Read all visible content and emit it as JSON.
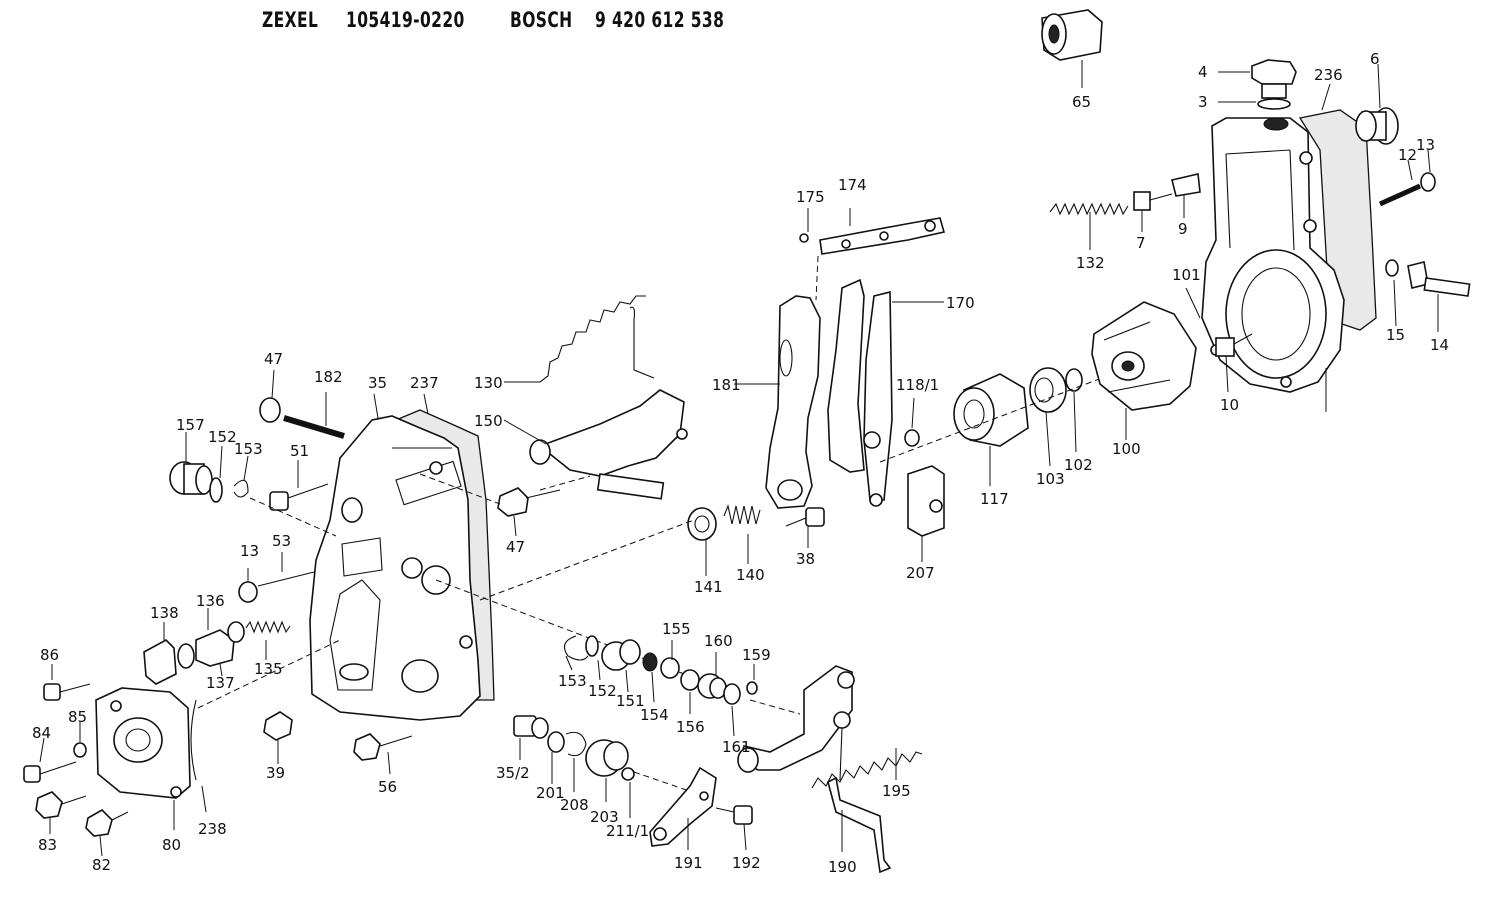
{
  "header": {
    "make_left": "ZEXEL",
    "number_left": "105419-0220",
    "make_right": "BOSCH",
    "number_right": "9 420 612 538"
  },
  "callouts": {
    "c65": "65",
    "c4": "4",
    "c3": "3",
    "c236": "236",
    "c6": "6",
    "c13a": "13",
    "c12": "12",
    "c7": "7",
    "c9": "9",
    "c132": "132",
    "c101": "101",
    "c15": "15",
    "c14": "14",
    "c10": "10",
    "c175": "175",
    "c174": "174",
    "c170": "170",
    "c181": "181",
    "c118_1": "118/1",
    "c117": "117",
    "c103": "103",
    "c102": "102",
    "c100": "100",
    "c130": "130",
    "c150": "150",
    "c47a": "47",
    "c182": "182",
    "c35": "35",
    "c237": "237",
    "c157": "157",
    "c152a": "152",
    "c153a": "153",
    "c51": "51",
    "c47b": "47",
    "c141": "141",
    "c140": "140",
    "c38": "38",
    "c207": "207",
    "c13b": "13",
    "c53": "53",
    "c138": "138",
    "c136": "136",
    "c137": "137",
    "c135": "135",
    "c86": "86",
    "c85": "85",
    "c84": "84",
    "c83": "83",
    "c82": "82",
    "c80": "80",
    "c238": "238",
    "c39": "39",
    "c56": "56",
    "c153b": "153",
    "c152b": "152",
    "c151": "151",
    "c154": "154",
    "c155": "155",
    "c156": "156",
    "c160": "160",
    "c159": "159",
    "c161": "161",
    "c35_2": "35/2",
    "c201": "201",
    "c208": "208",
    "c203": "203",
    "c211_1": "211/1",
    "c191": "191",
    "c192": "192",
    "c190": "190",
    "c195": "195"
  },
  "icons": {
    "style": "line-drawing",
    "stroke_color": "#111111",
    "background_color": "#ffffff"
  }
}
